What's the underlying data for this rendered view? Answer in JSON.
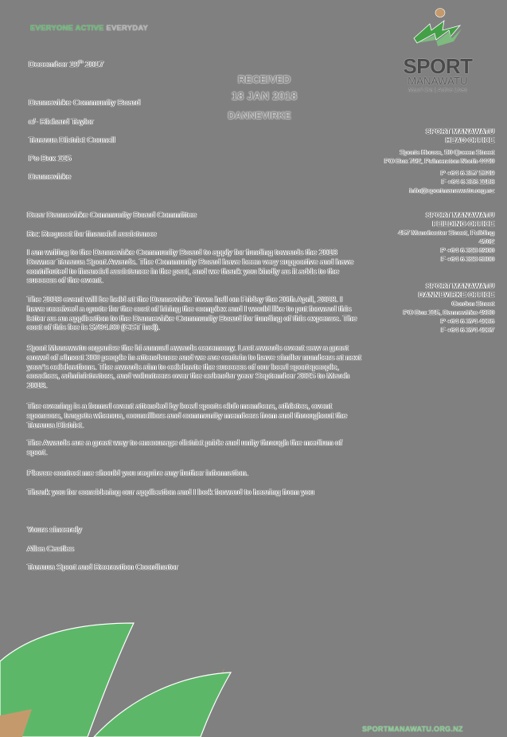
{
  "header": {
    "tagline_part1": "EVERYONE ACTIVE",
    "tagline_part2": "EVERYDAY",
    "date_prefix": "December 19",
    "date_sup": "th",
    "date_suffix": " 2017"
  },
  "stamp": {
    "line1": "RECEIVED",
    "line2": "18 JAN 2018",
    "line3": "DANNEVIRKE"
  },
  "recipient": {
    "lines": [
      "Dannevirke Community Board",
      "c/- Richard Taylor",
      "Tararua District Council",
      "Po Box 115",
      "Dannevirke"
    ]
  },
  "logo": {
    "word1": "SPORT",
    "word2": "MANAWATU",
    "motto": "Mauri Ora | Active Lives",
    "colors": {
      "green": "#4caf50",
      "tan": "#c49a6c",
      "dark": "#4a4a4a"
    }
  },
  "offices": [
    {
      "name": "SPORT MANAWATU",
      "title": "HEAD OFFICE",
      "lines": [
        "Sports House, 50 Queen Street",
        "PO Box 792, Palmerston North 4440"
      ],
      "contact": [
        "P +64 6 357 5349",
        "F +64 6 356 1158",
        "info@sportmanawatu.org.nz"
      ]
    },
    {
      "name": "SPORT MANAWATU",
      "title": "FEILDING OFFICE",
      "lines": [
        "457 Manchester Street, Feilding",
        "4702"
      ],
      "contact": [
        "P +64 6 323 6900",
        "F +64 6 323 6300"
      ]
    },
    {
      "name": "SPORT MANAWATU",
      "title": "DANNEVIRKE OFFICE",
      "lines": [
        "Gordon Street",
        "PO Box 115, Dannevirke 4930"
      ],
      "contact": [
        "P +64 6 374 4136",
        "F +64 6 374 4137"
      ]
    }
  ],
  "letter": {
    "salutation": "Dear Dannevirke Community Board Committee",
    "subject": "Re: Request for financial assistance",
    "paragraphs": [
      "I am writing to the Dannevirke Community Board to apply for funding towards the 2018 Downer Tararua Sport Awards. The Community Board have been very supportive and have contributed to financial assistance in the past, and we thank you kindly as it adds to the success of the event.",
      "The 2018 event will be held at the Dannevirke Town hall on Friday the 20th April, 2018. I have received a quote for the cost of hiring the complex and I would like to put forward this letter as an application to the Dannevirke Community Board for funding of this expense. The cost of this fee is $784.00 (GST incl).",
      "Sport Manawatu organise the bi annual awards ceremony. Last awards event saw a great crowd of almost 300 people in attendance and we are certain to have similar numbers at next year's celebrations. The awards aim to celebrate the success of our local sportspeople, coaches, administrators, and volunteers over the calendar year September 2015 to March 2018.",
      "The evening is a formal event attended by local sports club members, athletes, event sponsors, tangata whenua, councillors and community members from and throughout the Tararua District.",
      "The Awards are a great way to encourage district pride and unity through the medium of sport.",
      "Please contact me should you require any further information.",
      "Thank you for considering our application and I look forward to hearing from you"
    ],
    "closing": "Yours sincerely",
    "signatory": "Ailsa Castles",
    "signatory_title": "Tararua Sport and Recreation Coordinator"
  },
  "footer": {
    "url": "SPORTMANAWATU.ORG.NZ"
  }
}
